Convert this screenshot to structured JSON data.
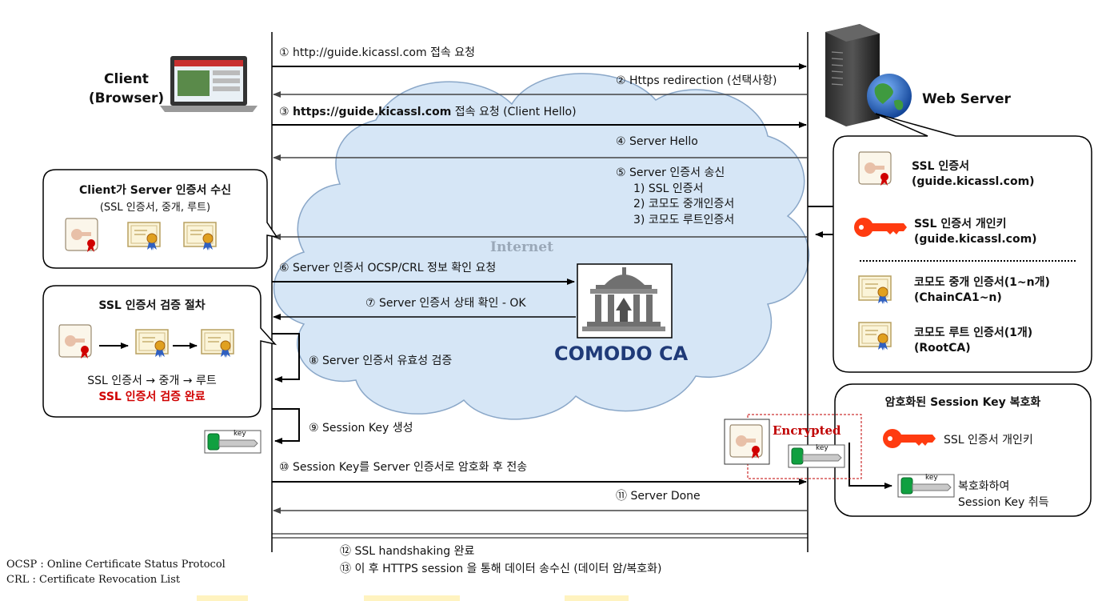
{
  "colors": {
    "cloud_fill": "#d6e6f6",
    "cloud_stroke": "#8aa7c8",
    "complete_red": "#d00000",
    "key_red": "#ff3b10",
    "ca_blue": "#1f3a78",
    "encrypted_red": "#c00000",
    "key_green": "#10a040"
  },
  "client": {
    "title": "Client",
    "subtitle": "(Browser)"
  },
  "server": {
    "title": "Web Server"
  },
  "cloud_label": "Internet",
  "ca_label": "COMODO CA",
  "steps": [
    {
      "num": "①",
      "text": "http://guide.kicassl.com 접속 요청"
    },
    {
      "num": "②",
      "text": "Https redirection (선택사항)"
    },
    {
      "num": "③",
      "bold": "https://guide.kicassl.com",
      "text": " 접속 요청 (Client Hello)"
    },
    {
      "num": "④",
      "text": "Server Hello"
    },
    {
      "num": "⑤",
      "text": "Server 인증서 송신",
      "sub": [
        "1) SSL 인증서",
        "2) 코모도 중개인증서",
        "3) 코모도 루트인증서"
      ]
    },
    {
      "num": "⑥",
      "text": "Server 인증서 OCSP/CRL 정보 확인 요청"
    },
    {
      "num": "⑦",
      "text": "Server 인증서 상태 확인 - OK"
    },
    {
      "num": "⑧",
      "text": "Server 인증서 유효성 검증"
    },
    {
      "num": "⑨",
      "text": "Session Key 생성"
    },
    {
      "num": "⑩",
      "text": "Session Key를 Server 인증서로 암호화 후 전송"
    },
    {
      "num": "⑪",
      "text": "Server Done"
    },
    {
      "num": "⑫",
      "text": "SSL handshaking 완료"
    },
    {
      "num": "⑬",
      "text": "이 후 HTTPS session 을 통해 데이터 송수신 (데이터 암/복호화)"
    }
  ],
  "client_receive": {
    "title": "Client가 Server 인증서 수신",
    "subtitle": "(SSL 인증서, 중개, 루트)"
  },
  "verify": {
    "title": "SSL 인증서 검증 절차",
    "chain": "SSL 인증서 → 중개 → 루트",
    "complete": "SSL 인증서 검증 완료"
  },
  "server_certs": {
    "items": [
      {
        "name": "SSL 인증서",
        "detail": "(guide.kicassl.com)"
      },
      {
        "name": "SSL 인증서 개인키",
        "detail": "(guide.kicassl.com)"
      },
      {
        "name": "코모도 중개 인증서(1~n개)",
        "detail": "(ChainCA1~n)"
      },
      {
        "name": "코모도 루트 인증서(1개)",
        "detail": "(RootCA)"
      }
    ]
  },
  "decrypt": {
    "title": "암호화된 Session Key 복호화",
    "key_label": "SSL 인증서 개인키",
    "result_line1": "복호화하여",
    "result_line2": "Session Key 취득"
  },
  "encrypted_label": "Encrypted",
  "key_tag": "key",
  "footnotes": {
    "ocsp": "OCSP : Online Certificate Status Protocol",
    "crl": "CRL : Certificate Revocation List"
  }
}
